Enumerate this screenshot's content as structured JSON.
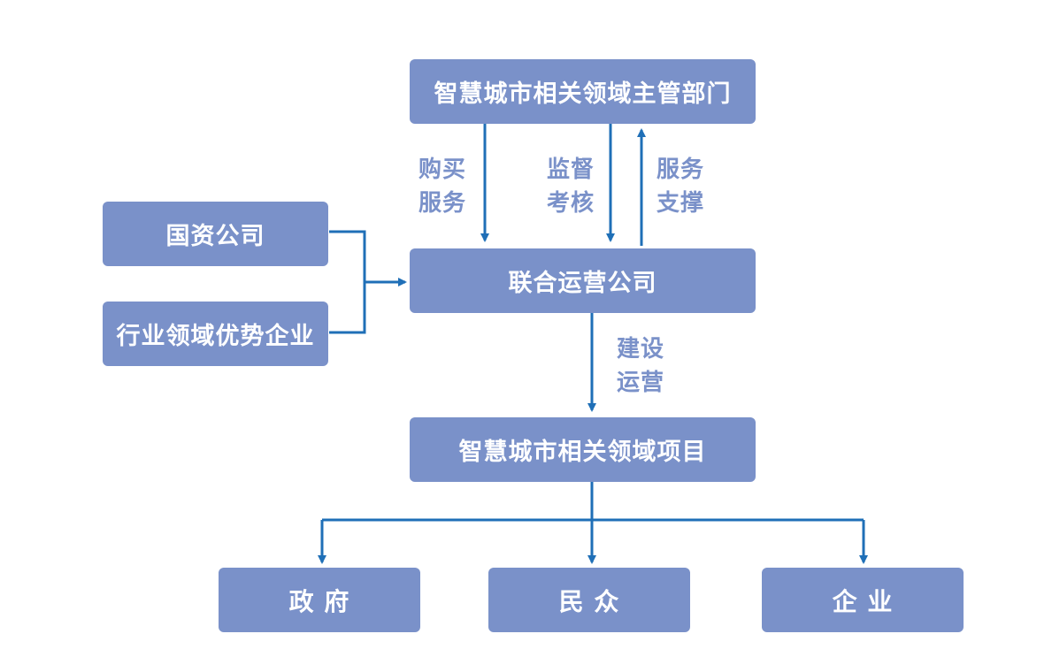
{
  "nodes": {
    "authority": "智慧城市相关领域主管部门",
    "joint_company": "联合运营公司",
    "state_company": "国资公司",
    "industry_enterprise": "行业领域优势企业",
    "projects": "智慧城市相关领域项目",
    "government": "政 府",
    "public": "民 众",
    "enterprise": "企 业"
  },
  "edges": {
    "buy_service": [
      "购买",
      "服务"
    ],
    "supervise": [
      "监督",
      "考核"
    ],
    "service_support": [
      "服务",
      "支撑"
    ],
    "build_operate": [
      "建设",
      "运营"
    ]
  },
  "colors": {
    "box": "#7a91c9",
    "connector": "#1f6fb7",
    "label": "#7a91c9",
    "box_text": "#ffffff"
  }
}
